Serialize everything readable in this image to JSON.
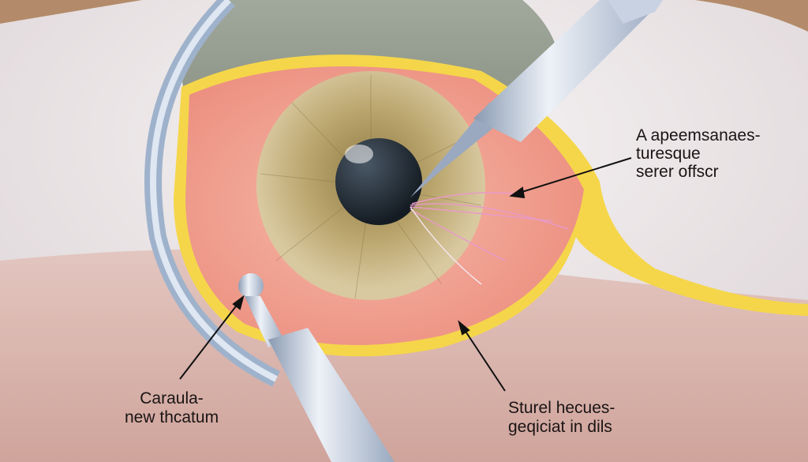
{
  "diagram": {
    "subject": "Eye surgery illustration",
    "labels": {
      "top_right": "A apeemsanaes-\nturesque\nserer offscr",
      "bottom_left": "Caraula-\nnew thcatum",
      "bottom_center": "Sturel hecues-\ngeqiciat in dils"
    },
    "colors": {
      "background": "#efe7e6",
      "lower_skin": "#d4aca4",
      "sclera": "#f1a393",
      "iris_outer": "#c9b98c",
      "iris_inner": "#a89560",
      "pupil": "#1f2a33",
      "eyelid_yellow": "#f5d64a",
      "instrument": "#b9c6d8",
      "speculum": "#9fb2cc",
      "fibers": "#e89ac8"
    }
  }
}
